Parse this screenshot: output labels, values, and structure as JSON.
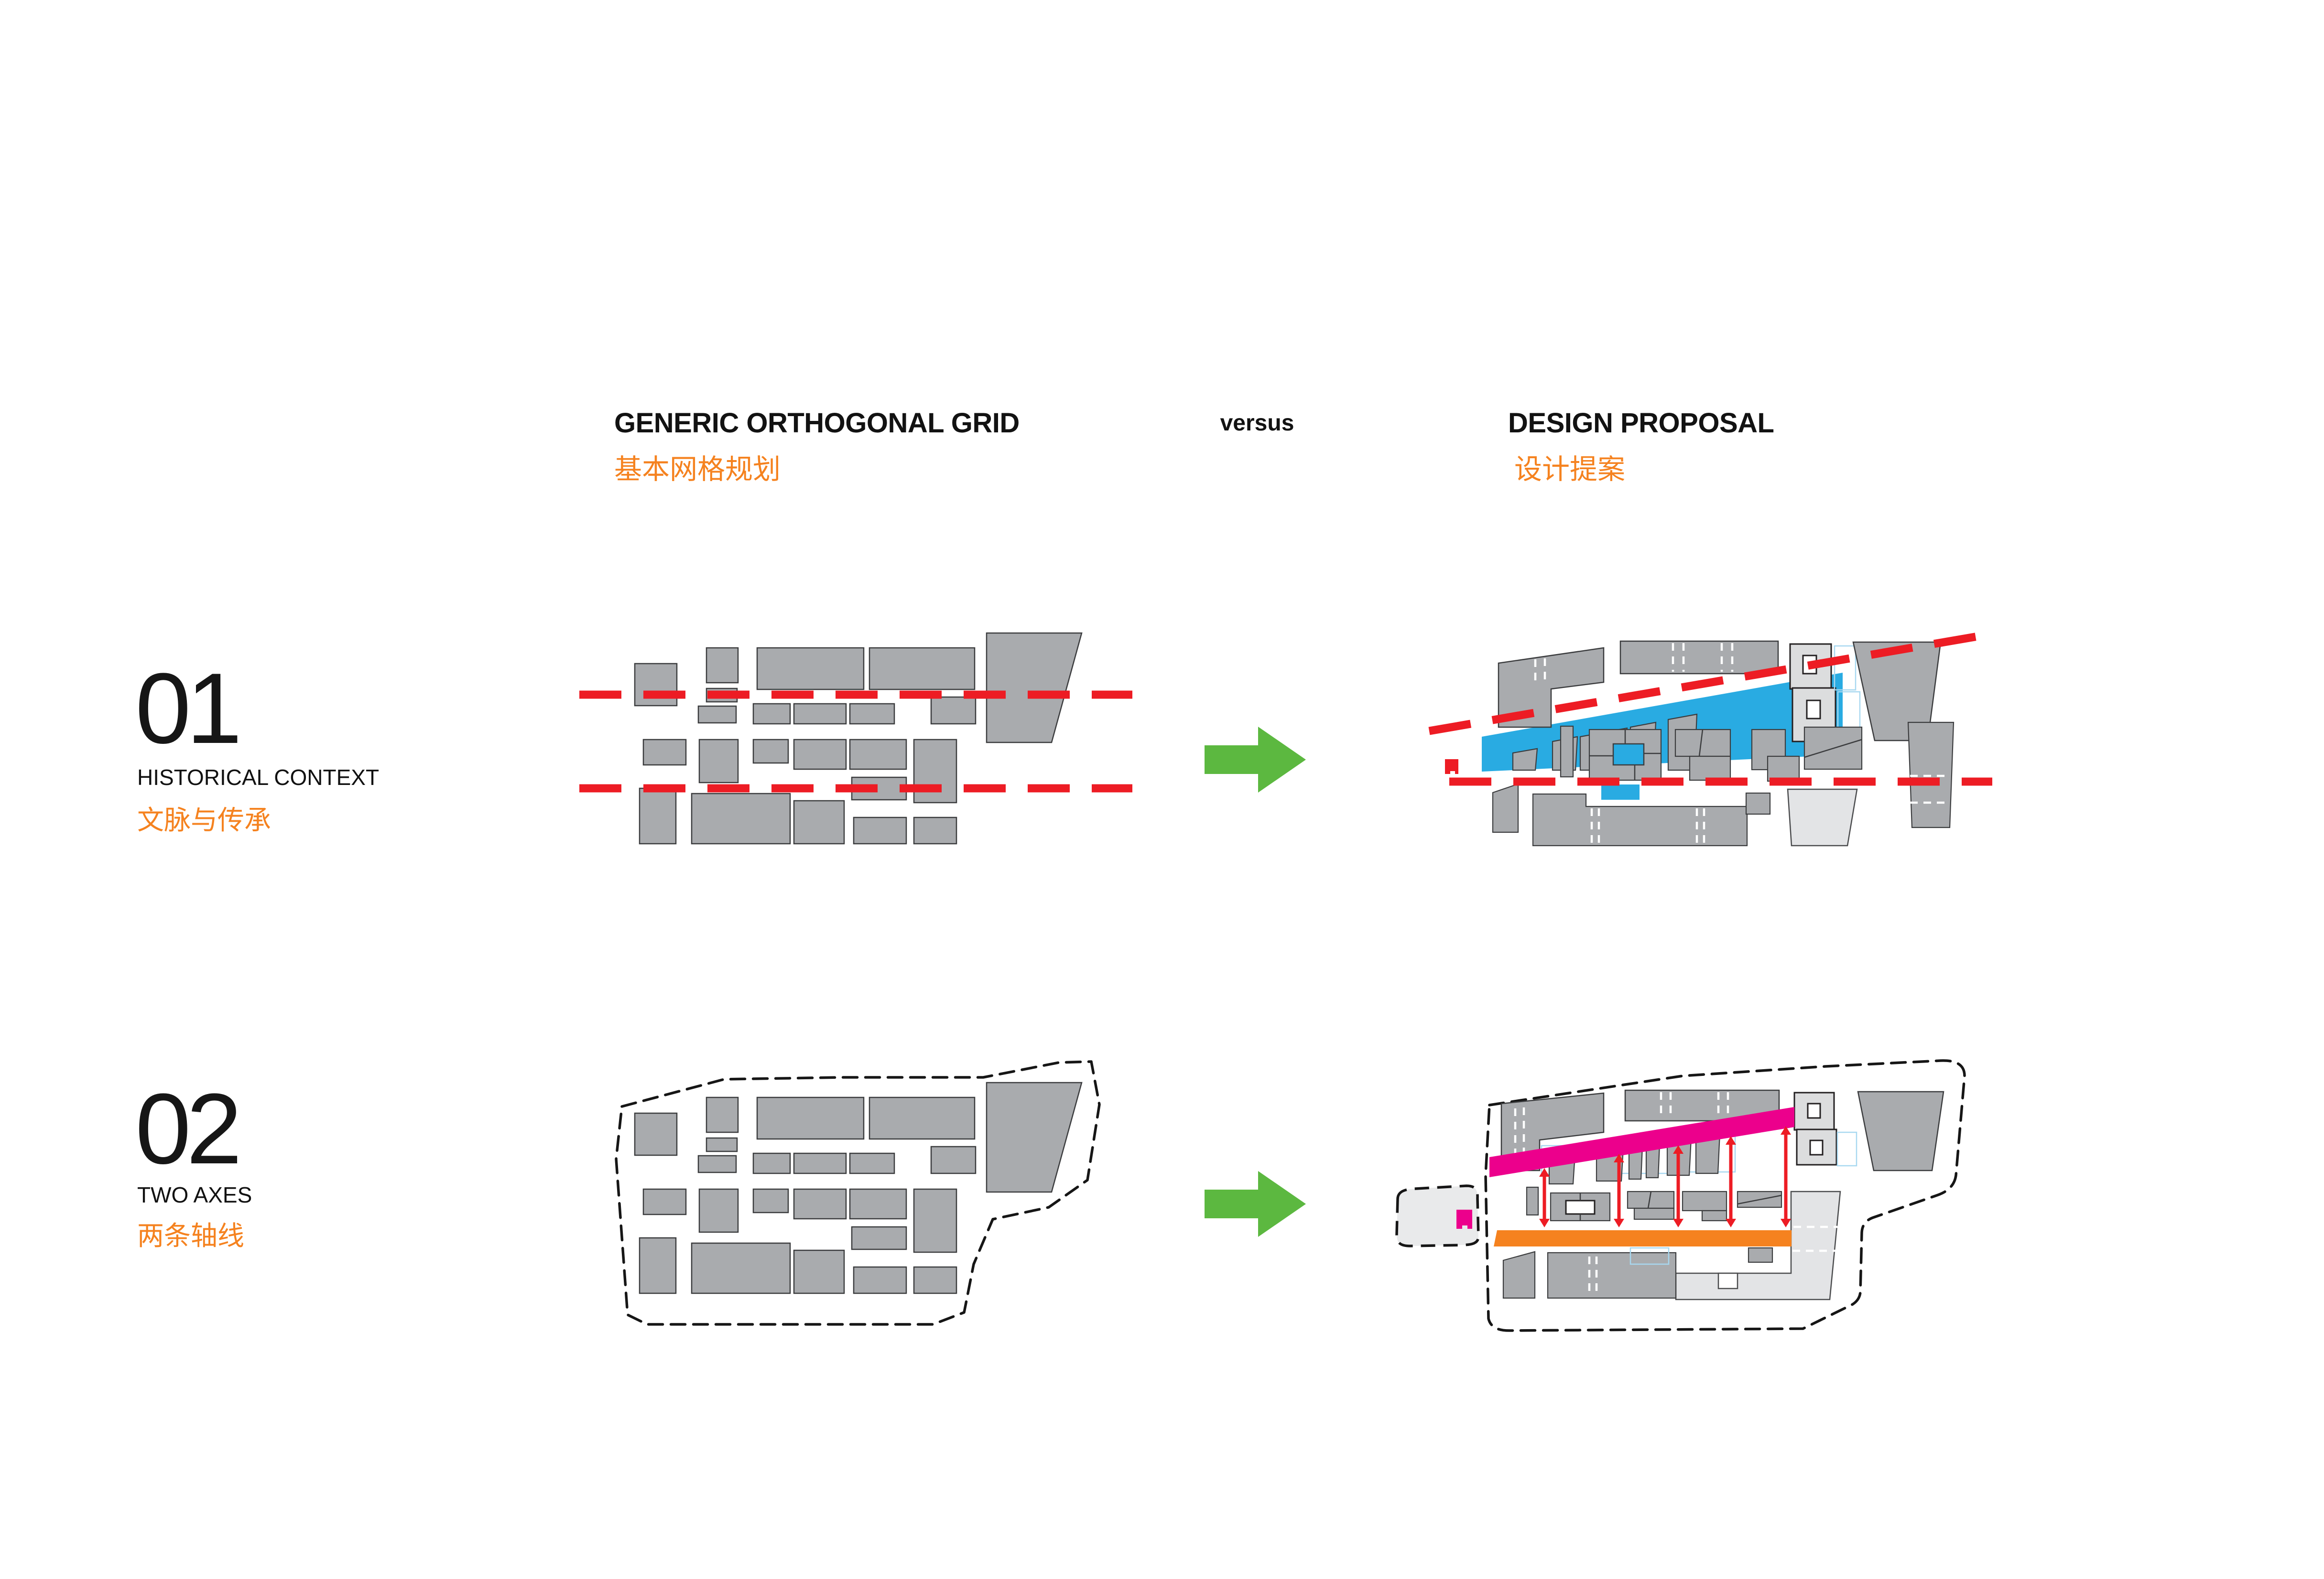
{
  "header": {
    "grid": {
      "title": "GENERIC ORTHOGONAL GRID",
      "subtitle_zh": "基本网格规划"
    },
    "versus_label": "versus",
    "proposal": {
      "title": "DESIGN PROPOSAL",
      "subtitle_zh": "设计提案"
    }
  },
  "sections": [
    {
      "index": "01",
      "title": "HISTORICAL CONTEXT",
      "subtitle_zh": "文脉与传承"
    },
    {
      "index": "02",
      "title": "TWO AXES",
      "subtitle_zh": "两条轴线"
    }
  ],
  "colors": {
    "accent_orange": "#F5821F",
    "axis_red": "#ED1C24",
    "arrow_green": "#5CB840",
    "highlight_blue": "#29ABE2",
    "axis_magenta": "#EC008C",
    "block_gray": "#A9ABAE",
    "plaza_light_gray": "#E3E4E6",
    "boundary_black": "#161616"
  },
  "diagram_notes": {
    "historical_left": "generic orthogonal grid blocks cut by two horizontal red dashed lines",
    "historical_right": "design proposal blocks with rotated red dashed axis, horizontal red dashed axis and blue highlighted spaces",
    "axes_left": "generic grid blocks inside dashed site boundary",
    "axes_right": "magenta diagonal axis and orange horizontal axis linked by five red span arrows inside dashed site boundary with satellite plot"
  }
}
